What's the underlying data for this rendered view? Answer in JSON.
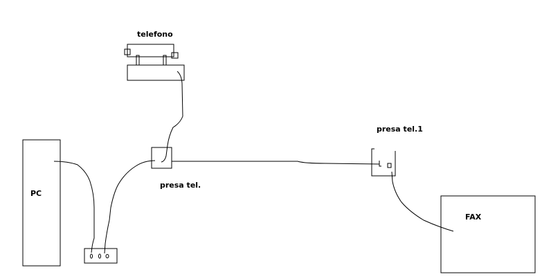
{
  "labels": {
    "telefono": "telefono",
    "presa_tel": "presa tel.",
    "presa_tel_1": "presa tel.1",
    "pc": "PC",
    "fax": "FAX"
  },
  "colors": {
    "stroke": "#000000",
    "background": "#ffffff"
  }
}
